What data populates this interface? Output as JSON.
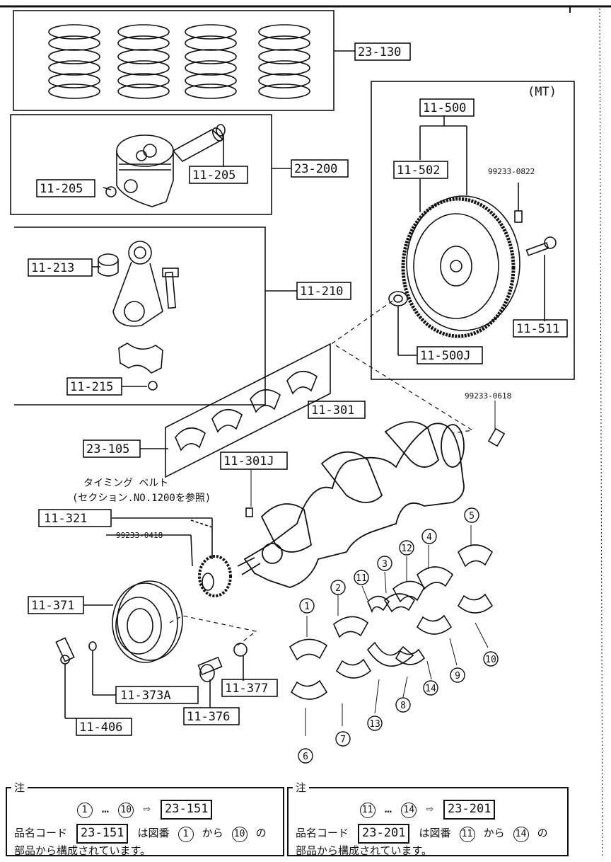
{
  "ref_codes": {
    "rings": "23-130",
    "piston": "23-200",
    "pin_clip_right": "11-205",
    "pin_clip_left": "11-205",
    "rod_bushing": "11-213",
    "connecting_rod": "11-210",
    "rod_cap": "11-215",
    "bearing_set": "23-105",
    "crankshaft": "11-301",
    "crank_key": "11-301J",
    "pulley_assembly": "11-321",
    "pulley": "11-371",
    "washer": "11-373A",
    "bolt": "11-406",
    "pulley_bolt": "11-376",
    "pulley_washer": "11-377",
    "flywheel": "11-500",
    "ring_gear": "11-502",
    "flywheel_bolt": "11-511",
    "pilot_bearing": "11-500J",
    "dowel_upper": "99233-0822",
    "dowel_crank": "99233-0618",
    "pulley_pin": "99233-0418"
  },
  "flywheel_variant": "(MT)",
  "timing_belt_note_1": "タイミング ベルト",
  "timing_belt_note_2": "(セクション.NO.1200を参照)",
  "bearing_callouts": [
    "1",
    "2",
    "3",
    "4",
    "5",
    "6",
    "7",
    "8",
    "9",
    "10",
    "11",
    "12",
    "13",
    "14"
  ],
  "notes": [
    {
      "head": "注",
      "from": "1",
      "to": "10",
      "arrow": "⇨",
      "ellipsis": "…",
      "code": "23-151",
      "line2_pre": "品名コード",
      "line2_mid": "は図番",
      "line2_kara": "から",
      "line2_no": "の",
      "line3": "部品から構成されています。"
    },
    {
      "head": "注",
      "from": "11",
      "to": "14",
      "arrow": "⇨",
      "ellipsis": "…",
      "code": "23-201",
      "line2_pre": "品名コード",
      "line2_mid": "は図番",
      "line2_kara": "から",
      "line2_no": "の",
      "line3": "部品から構成されています。"
    }
  ]
}
